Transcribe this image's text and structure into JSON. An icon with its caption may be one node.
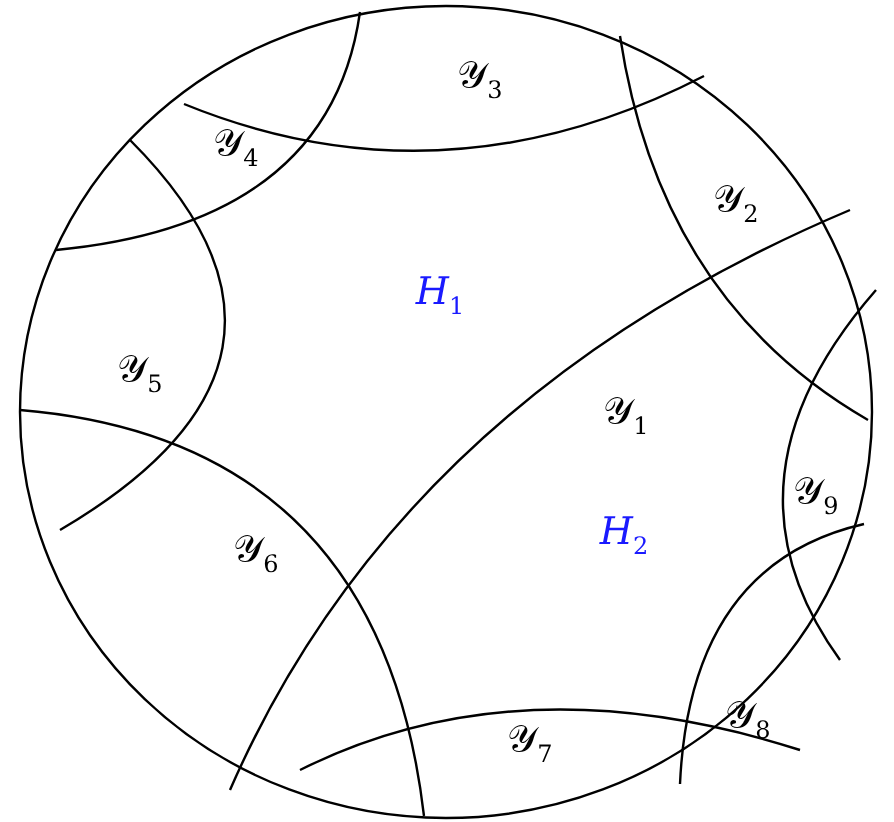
{
  "diagram": {
    "labels": [
      "𝒴$_{3}$",
      "𝒴$_{4}$",
      "𝒴$_{2}$",
      "*H*$_{1}$",
      "𝒴$_{5}$",
      "𝒴$_{1}$",
      "𝒴$_{9}$",
      "*H*$_{2}$",
      "𝒴$_{6}$",
      "𝒴$_{8}$",
      "𝒴$_{7}$"
    ]
  }
}
